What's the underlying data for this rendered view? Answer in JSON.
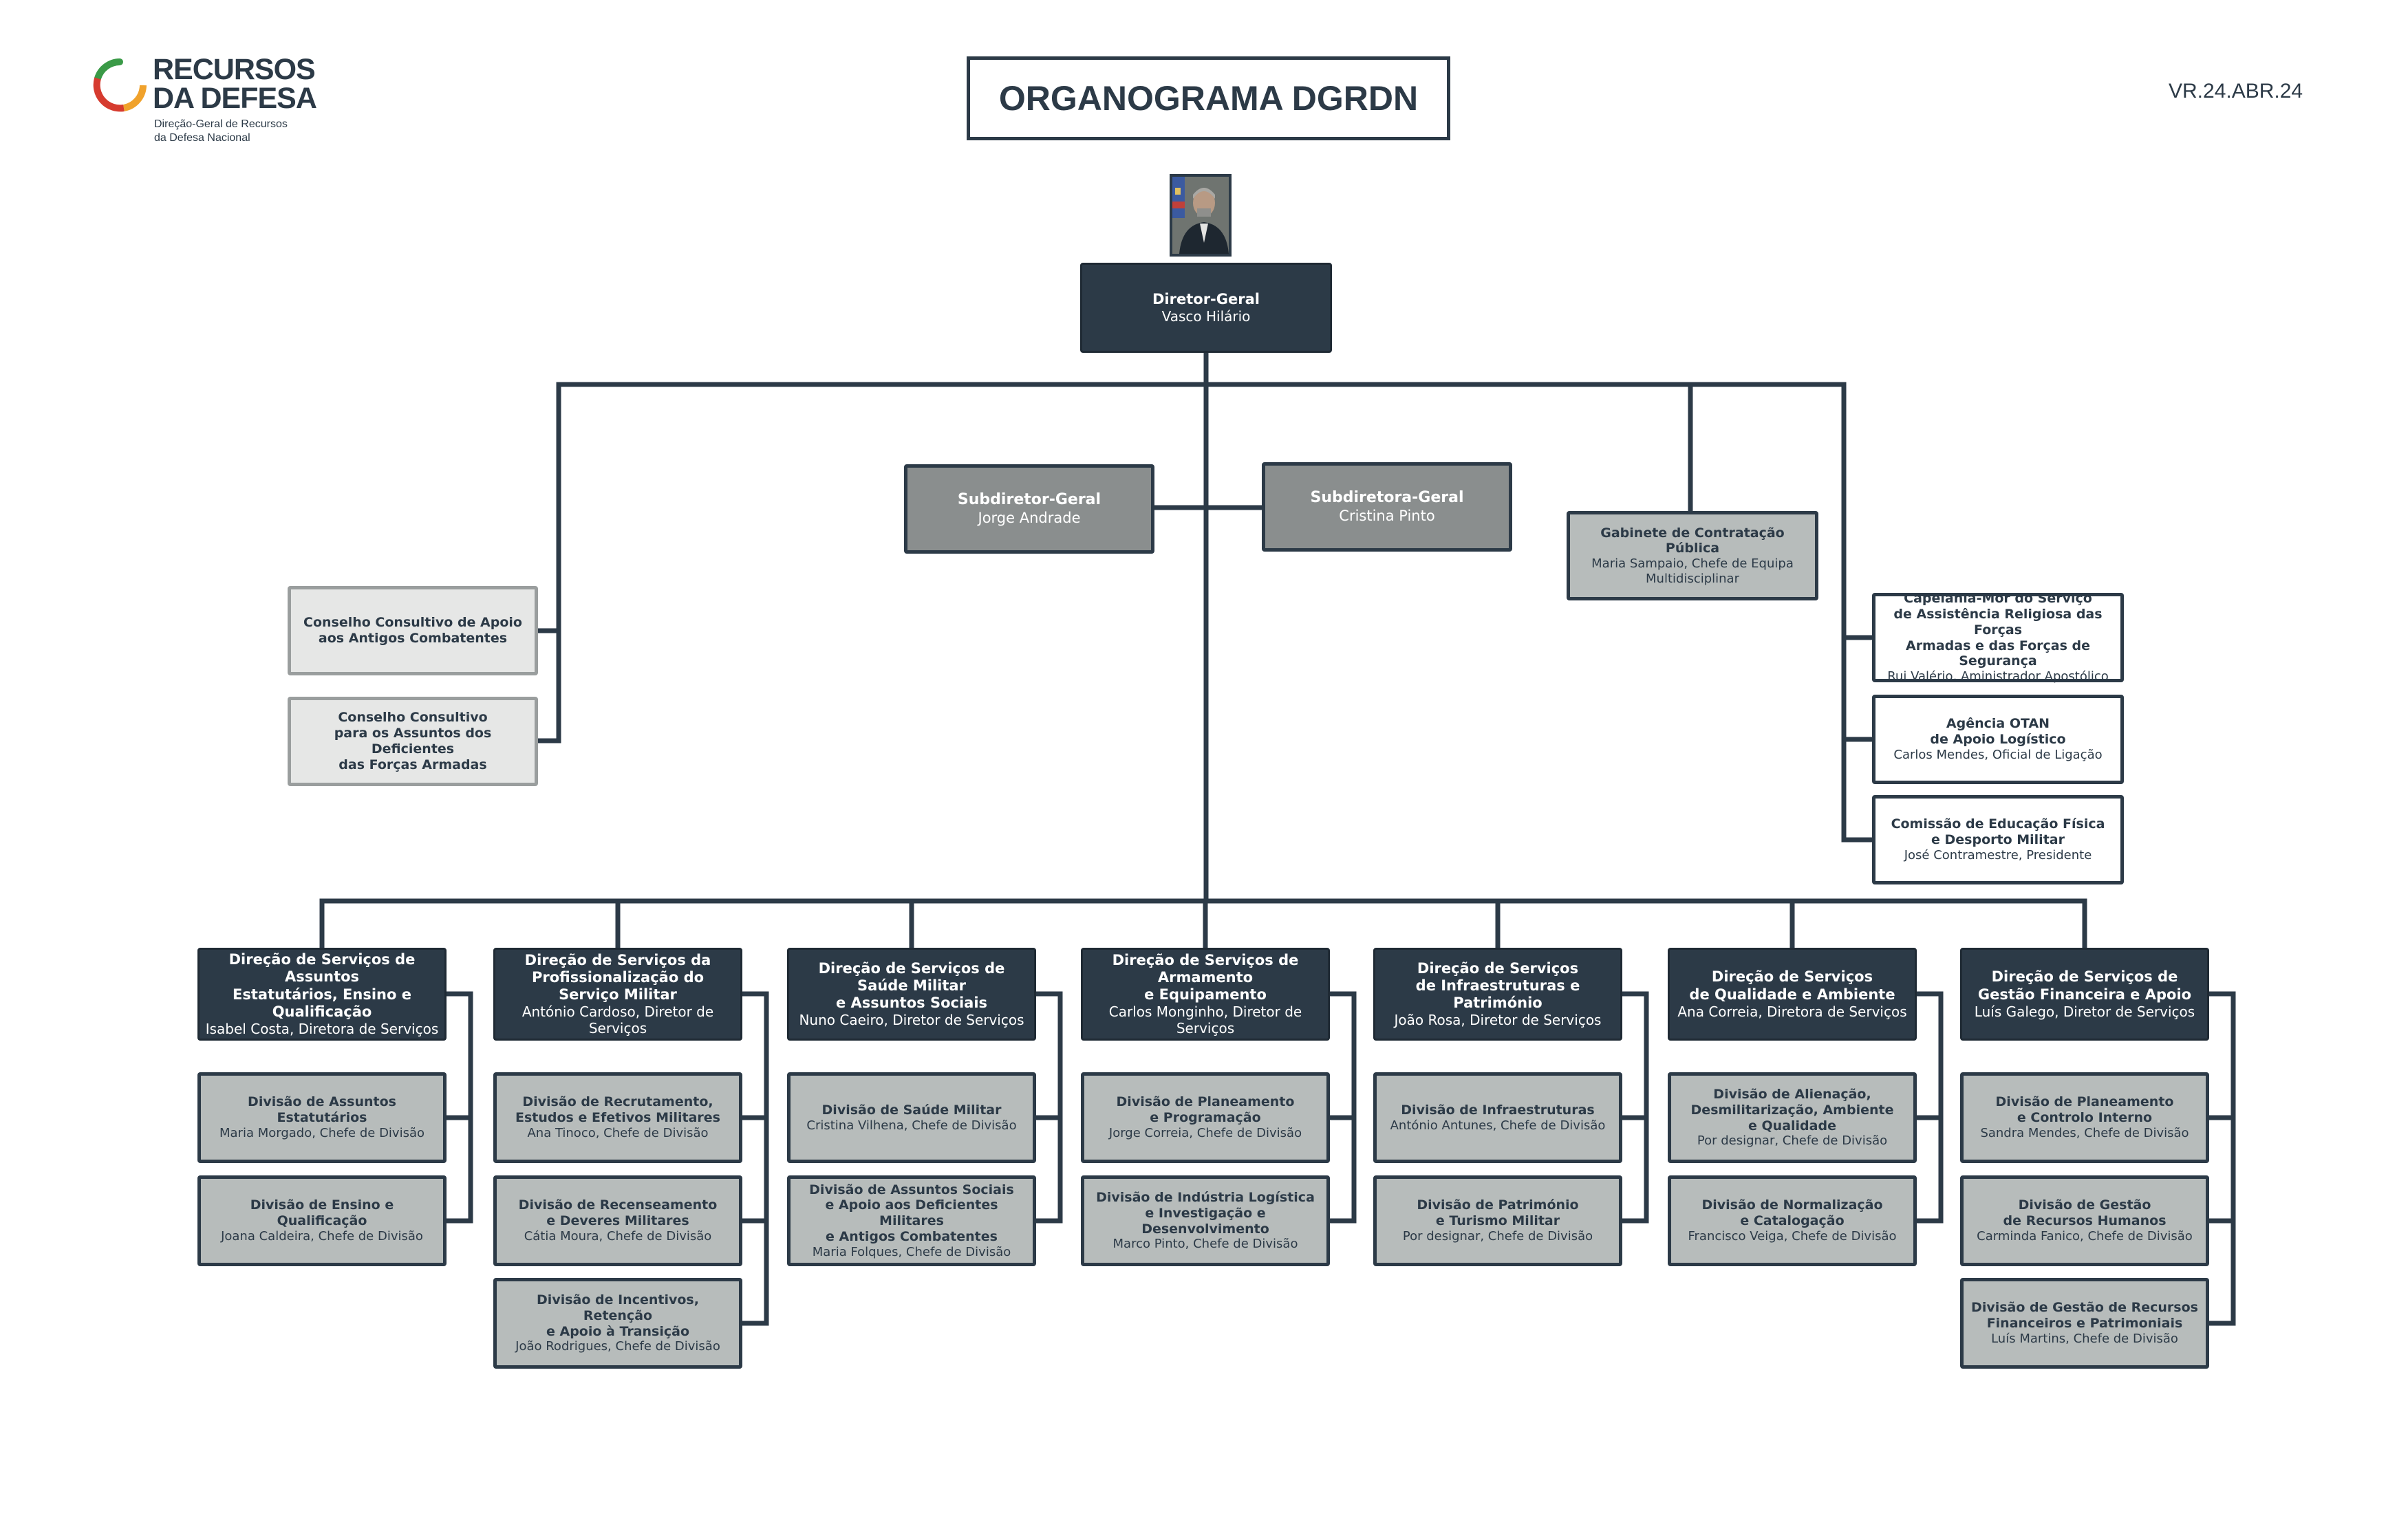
{
  "header": {
    "title": "ORGANOGRAMA DGRDN",
    "version": "VR.24.ABR.24",
    "logo": {
      "line1": "RECURSOS",
      "line2": "DA DEFESA",
      "sub1": "Direção-Geral de Recursos",
      "sub2": "da Defesa Nacional",
      "colors": {
        "green": "#3a9a47",
        "red": "#d63b2f",
        "orange": "#f0a22c"
      }
    },
    "photo_icon": "director-portrait-icon"
  },
  "colors": {
    "dark": "#2c3a47",
    "mid_gray": "#8a8e8e",
    "light_gray": "#b7bcbb",
    "pale": "#e6e7e6"
  },
  "top": {
    "director": {
      "title": "Diretor-Geral",
      "name": "Vasco Hilário"
    },
    "deputy1": {
      "title": "Subdiretor-Geral",
      "name": "Jorge Andrade"
    },
    "deputy2": {
      "title": "Subdiretora-Geral",
      "name": "Cristina Pinto"
    },
    "gabinete": {
      "title": "Gabinete de Contratação Pública",
      "name": "Maria Sampaio, Chefe de Equipa\nMultidisciplinar"
    }
  },
  "councils": [
    {
      "title": "Conselho Consultivo de Apoio\naos Antigos Combatentes"
    },
    {
      "title": "Conselho Consultivo\npara os Assuntos dos Deficientes\ndas Forças Armadas"
    }
  ],
  "right_bodies": [
    {
      "title": "Capelania-Mor do Serviço\nde Assistência Religiosa das Forças\nArmadas e das Forças de Segurança",
      "name": "Rui Valério, Aministrador Apostólico"
    },
    {
      "title": "Agência OTAN\nde Apoio Logístico",
      "name": "Carlos Mendes, Oficial de Ligação"
    },
    {
      "title": "Comissão de Educação Física\ne Desporto Militar",
      "name": "José Contramestre, Presidente"
    }
  ],
  "directorates": [
    {
      "title": "Direção de Serviços de Assuntos\nEstatutários, Ensino e Qualificação",
      "name": "Isabel Costa, Diretora de Serviços",
      "divisions": [
        {
          "title": "Divisão de Assuntos Estatutários",
          "name": "Maria Morgado, Chefe de Divisão"
        },
        {
          "title": "Divisão de Ensino e Qualificação",
          "name": "Joana Caldeira, Chefe de Divisão"
        }
      ]
    },
    {
      "title": "Direção de Serviços da\nProfissionalização do Serviço Militar",
      "name": "António Cardoso, Diretor de Serviços",
      "divisions": [
        {
          "title": "Divisão de Recrutamento,\nEstudos e Efetivos Militares",
          "name": "Ana Tinoco, Chefe de Divisão"
        },
        {
          "title": "Divisão de Recenseamento\ne Deveres Militares",
          "name": "Cátia Moura, Chefe de Divisão"
        },
        {
          "title": "Divisão de Incentivos, Retenção\ne Apoio à Transição",
          "name": "João Rodrigues, Chefe de Divisão"
        }
      ]
    },
    {
      "title": "Direção de Serviços de Saúde Militar\ne Assuntos Sociais",
      "name": "Nuno Caeiro, Diretor de Serviços",
      "divisions": [
        {
          "title": "Divisão de Saúde Militar",
          "name": "Cristina Vilhena, Chefe de Divisão"
        },
        {
          "title": "Divisão de Assuntos Sociais\ne Apoio aos Deficientes Militares\ne Antigos Combatentes",
          "name": "Maria Folques, Chefe de Divisão"
        }
      ]
    },
    {
      "title": "Direção de Serviços de Armamento\ne Equipamento",
      "name": "Carlos Monginho, Diretor de Serviços",
      "divisions": [
        {
          "title": "Divisão de Planeamento\ne Programação",
          "name": "Jorge Correia, Chefe de Divisão"
        },
        {
          "title": "Divisão de Indústria Logística\ne Investigação e Desenvolvimento",
          "name": "Marco Pinto, Chefe de Divisão"
        }
      ]
    },
    {
      "title": "Direção de Serviços\nde Infraestruturas e Património",
      "name": "João Rosa, Diretor de Serviços",
      "divisions": [
        {
          "title": "Divisão de Infraestruturas",
          "name": "António Antunes, Chefe de Divisão"
        },
        {
          "title": "Divisão de Património\ne Turismo Militar",
          "name": "Por designar, Chefe de Divisão"
        }
      ]
    },
    {
      "title": "Direção de Serviços\nde Qualidade e Ambiente",
      "name": "Ana Correia, Diretora de Serviços",
      "divisions": [
        {
          "title": "Divisão de Alienação,\nDesmilitarização, Ambiente\ne Qualidade",
          "name": "Por designar, Chefe de Divisão"
        },
        {
          "title": "Divisão de Normalização\ne Catalogação",
          "name": "Francisco Veiga, Chefe de Divisão"
        }
      ]
    },
    {
      "title": "Direção de Serviços de\nGestão Financeira e Apoio",
      "name": "Luís Galego, Diretor de Serviços",
      "divisions": [
        {
          "title": "Divisão de Planeamento\ne Controlo Interno",
          "name": "Sandra Mendes, Chefe de Divisão"
        },
        {
          "title": "Divisão de Gestão\nde Recursos Humanos",
          "name": "Carminda Fanico, Chefe de Divisão"
        },
        {
          "title": "Divisão de Gestão de Recursos\nFinanceiros e Patrimoniais",
          "name": "Luís Martins, Chefe de Divisão"
        }
      ]
    }
  ]
}
